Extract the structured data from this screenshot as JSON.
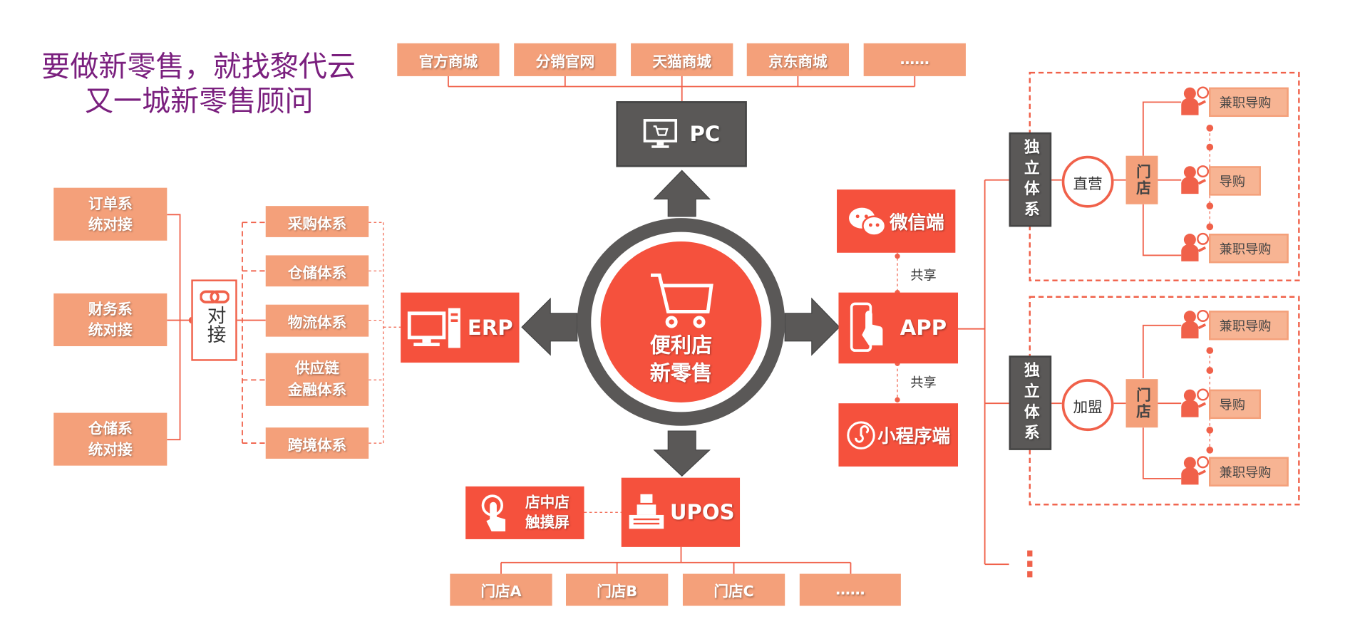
{
  "title": {
    "line1": "要做新零售，就找黎代云",
    "line2": "又一城新零售顾问"
  },
  "channels": [
    "官方商城",
    "分销官网",
    "天猫商城",
    "京东商城",
    "……"
  ],
  "pc": {
    "label": "PC",
    "icon": "monitor-cart-icon"
  },
  "center": {
    "line1": "便利店",
    "line2": "新零售",
    "icon": "shopping-cart-icon"
  },
  "erp": {
    "label": "ERP",
    "icon": "computer-icon"
  },
  "app": {
    "label": "APP",
    "icon": "phone-touch-icon"
  },
  "wechat": {
    "label": "微信端",
    "icon": "wechat-icon"
  },
  "miniprogram": {
    "label": "小程序端",
    "icon": "miniprogram-icon"
  },
  "share_label": "共享",
  "upos": {
    "label": "UPOS",
    "icon": "cash-register-icon"
  },
  "touchscreen": {
    "line1": "店中店",
    "line2": "触摸屏",
    "icon": "touch-icon"
  },
  "stores": [
    "门店A",
    "门店B",
    "门店C",
    "……"
  ],
  "integration": {
    "label": "对接",
    "icon": "link-icon",
    "systems": [
      [
        "订单系",
        "统对接"
      ],
      [
        "财务系",
        "统对接"
      ],
      [
        "仓储系",
        "统对接"
      ]
    ]
  },
  "subsystems": [
    [
      "采购体系"
    ],
    [
      "仓储体系"
    ],
    [
      "物流体系"
    ],
    [
      "供应链",
      "金融体系"
    ],
    [
      "跨境体系"
    ]
  ],
  "groups": [
    {
      "system": "独立体系",
      "type": "直营",
      "store": "门店",
      "staff": [
        "兼职导购",
        "导购",
        "兼职导购"
      ]
    },
    {
      "system": "独立体系",
      "type": "加盟",
      "store": "门店",
      "staff": [
        "兼职导购",
        "导购",
        "兼职导购"
      ]
    }
  ],
  "colors": {
    "salmon": "#F4A07A",
    "red": "#F5513D",
    "dark": "#5A5857",
    "purple": "#7A1F7E"
  }
}
